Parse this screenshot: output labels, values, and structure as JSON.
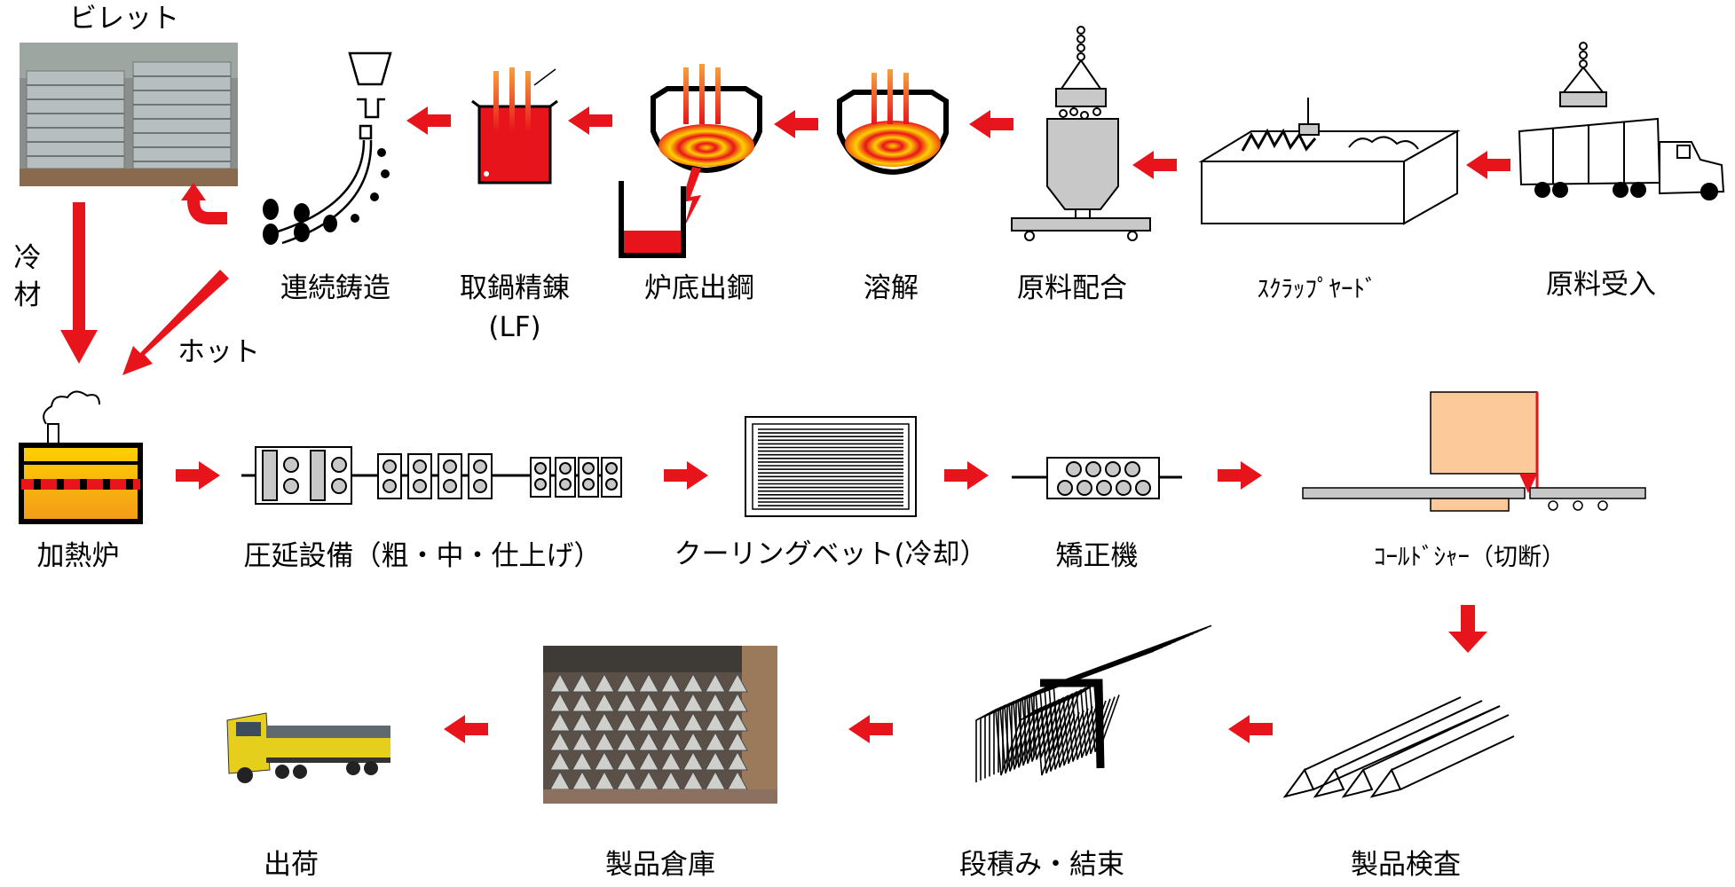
{
  "labels": {
    "billet": "ビレット",
    "cold": "冷材",
    "hot": "ホット",
    "continuous_casting": "連続鋳造",
    "ladle_refining": "取鍋精錬",
    "ladle_refining_sub": "(LF)",
    "tapping": "炉底出鋼",
    "melting": "溶解",
    "material_blending": "原料配合",
    "scrap_yard": "ｽｸﾗｯﾌﾟﾔｰﾄﾞ",
    "material_receiving": "原料受入",
    "reheating_furnace": "加熱炉",
    "rolling_mill": "圧延設備（粗・中・仕上げ）",
    "cooling_bed": "クーリングベット(冷却）",
    "straightener": "矯正機",
    "cold_shear": "ｺｰﾙﾄﾞｼｬｰ（切断）",
    "product_inspection": "製品検査",
    "stacking_binding": "段積み・結束",
    "warehouse": "製品倉庫",
    "shipping": "出荷"
  },
  "colors": {
    "arrow": "#e8141c",
    "molten": "#e8141c",
    "glow": "#ffd100",
    "electrode": "#f7a03a",
    "shear_block": "#fbc99a",
    "machine_grey": "#c8c8c8"
  }
}
